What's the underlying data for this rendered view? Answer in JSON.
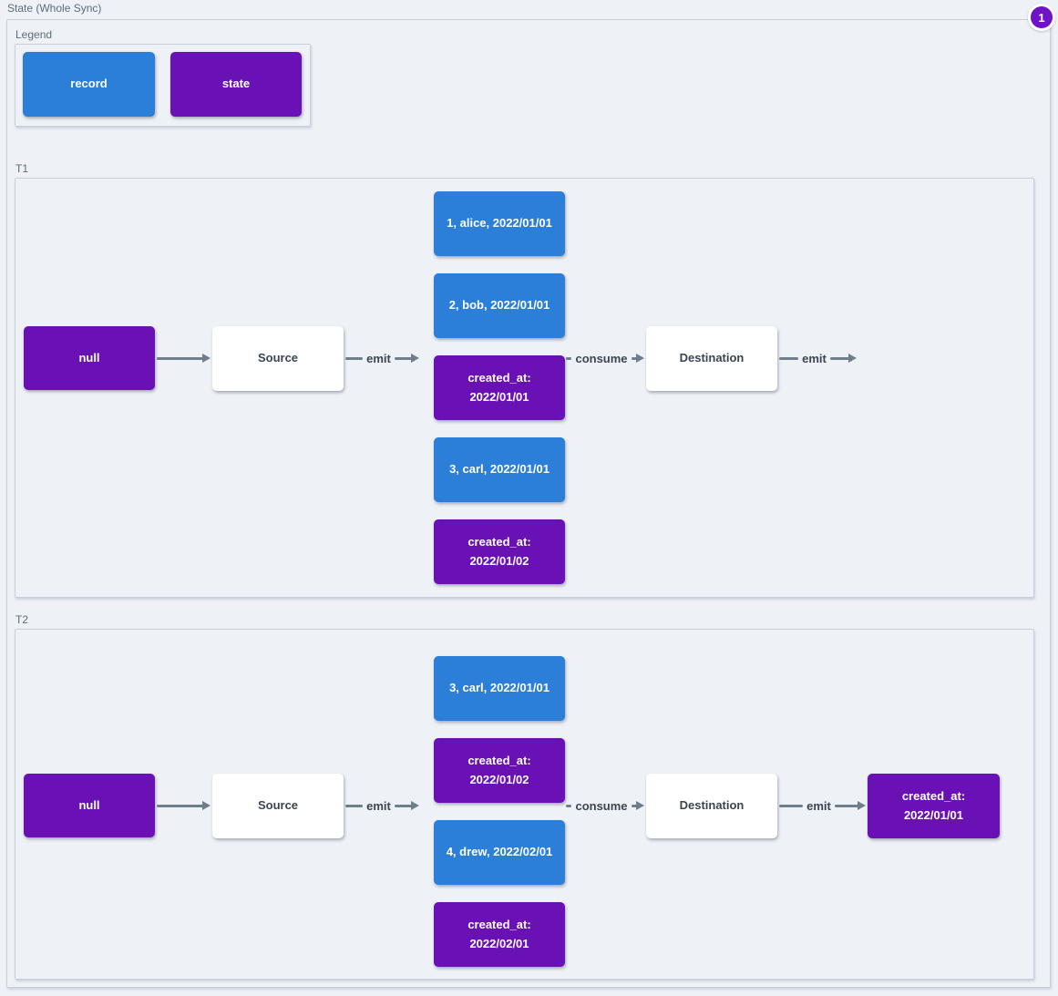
{
  "page": {
    "title": "State (Whole Sync)",
    "badge_count": "1"
  },
  "colors": {
    "record": "#2b7fd9",
    "state": "#6a11b5",
    "badge": "#7013c6",
    "arrow": "#6e7e8b",
    "background": "#eef1f6"
  },
  "legend": {
    "label": "Legend",
    "record_label": "record",
    "state_label": "state"
  },
  "t1": {
    "label": "T1",
    "initial_state": "null",
    "source": "Source",
    "emit_label": "emit",
    "consume_label": "consume",
    "destination": "Destination",
    "emit_out_label": "emit",
    "queue": [
      {
        "type": "record",
        "label": "1, alice, 2022/01/01"
      },
      {
        "type": "record",
        "label": "2, bob, 2022/01/01"
      },
      {
        "type": "state",
        "label": "created_at:\n2022/01/01"
      },
      {
        "type": "record",
        "label": "3, carl, 2022/01/01"
      },
      {
        "type": "state",
        "label": "created_at:\n2022/01/02"
      }
    ]
  },
  "t2": {
    "label": "T2",
    "initial_state": "null",
    "source": "Source",
    "emit_label": "emit",
    "consume_label": "consume",
    "destination": "Destination",
    "emit_out_label": "emit",
    "queue": [
      {
        "type": "record",
        "label": "3, carl, 2022/01/01"
      },
      {
        "type": "state",
        "label": "created_at:\n2022/01/02"
      },
      {
        "type": "record",
        "label": "4, drew, 2022/02/01"
      },
      {
        "type": "state",
        "label": "created_at:\n2022/02/01"
      }
    ],
    "result_state": "created_at:\n2022/01/01"
  }
}
